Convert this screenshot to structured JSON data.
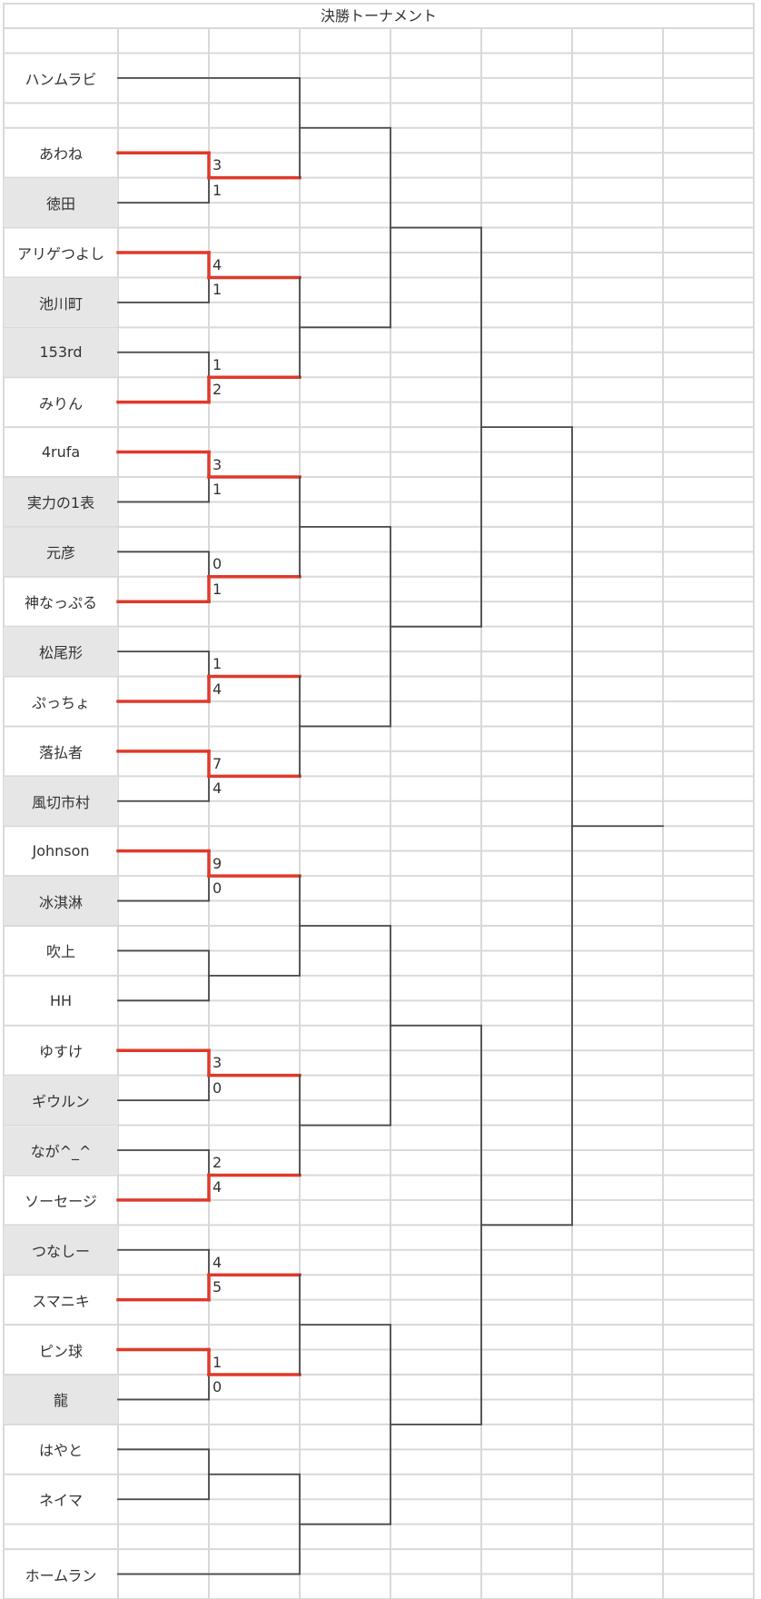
{
  "title": "決勝トーナメント",
  "colors": {
    "grid": "#d9d9d9",
    "line": "#4a4a4a",
    "winner": "#e0392b",
    "gray_cell": "#e6e6e6"
  },
  "bye_top": {
    "name": "ハンムラビ",
    "gray": false
  },
  "bye_bottom": {
    "name": "ホームラン",
    "gray": false
  },
  "round1": [
    {
      "top": {
        "name": "あわね",
        "gray": false
      },
      "bottom": {
        "name": "徳田",
        "gray": true
      },
      "scores": [
        "3",
        "1"
      ],
      "winner": "top"
    },
    {
      "top": {
        "name": "アリゲつよし",
        "gray": false
      },
      "bottom": {
        "name": "池川町",
        "gray": true
      },
      "scores": [
        "4",
        "1"
      ],
      "winner": "top"
    },
    {
      "top": {
        "name": "153rd",
        "gray": true
      },
      "bottom": {
        "name": "みりん",
        "gray": false
      },
      "scores": [
        "1",
        "2"
      ],
      "winner": "bottom"
    },
    {
      "top": {
        "name": "4rufa",
        "gray": false
      },
      "bottom": {
        "name": "実力の1表",
        "gray": true
      },
      "scores": [
        "3",
        "1"
      ],
      "winner": "top"
    },
    {
      "top": {
        "name": "元彦",
        "gray": true
      },
      "bottom": {
        "name": "神なっぷる",
        "gray": false
      },
      "scores": [
        "0",
        "1"
      ],
      "winner": "bottom"
    },
    {
      "top": {
        "name": "松尾形",
        "gray": true
      },
      "bottom": {
        "name": "ぷっちょ",
        "gray": false
      },
      "scores": [
        "1",
        "4"
      ],
      "winner": "bottom"
    },
    {
      "top": {
        "name": "落払者",
        "gray": false
      },
      "bottom": {
        "name": "風切市村",
        "gray": true
      },
      "scores": [
        "7",
        "4"
      ],
      "winner": "top"
    },
    {
      "top": {
        "name": "Johnson",
        "gray": false
      },
      "bottom": {
        "name": "冰淇淋",
        "gray": true
      },
      "scores": [
        "9",
        "0"
      ],
      "winner": "top"
    },
    {
      "top": {
        "name": "吹上",
        "gray": false
      },
      "bottom": {
        "name": "HH",
        "gray": false
      },
      "scores": null,
      "winner": null
    },
    {
      "top": {
        "name": "ゆすけ",
        "gray": false
      },
      "bottom": {
        "name": "ギウルン",
        "gray": true
      },
      "scores": [
        "3",
        "0"
      ],
      "winner": "top"
    },
    {
      "top": {
        "name": "なが^_^",
        "gray": true
      },
      "bottom": {
        "name": "ソーセージ",
        "gray": false
      },
      "scores": [
        "2",
        "4"
      ],
      "winner": "bottom"
    },
    {
      "top": {
        "name": "つなしー",
        "gray": true
      },
      "bottom": {
        "name": "スマニキ",
        "gray": false
      },
      "scores": [
        "4",
        "5"
      ],
      "winner": "bottom"
    },
    {
      "top": {
        "name": "ピン球",
        "gray": false
      },
      "bottom": {
        "name": "龍",
        "gray": true
      },
      "scores": [
        "1",
        "0"
      ],
      "winner": "top"
    },
    {
      "top": {
        "name": "はやと",
        "gray": false
      },
      "bottom": {
        "name": "ネイマ",
        "gray": false
      },
      "scores": null,
      "winner": null
    }
  ]
}
